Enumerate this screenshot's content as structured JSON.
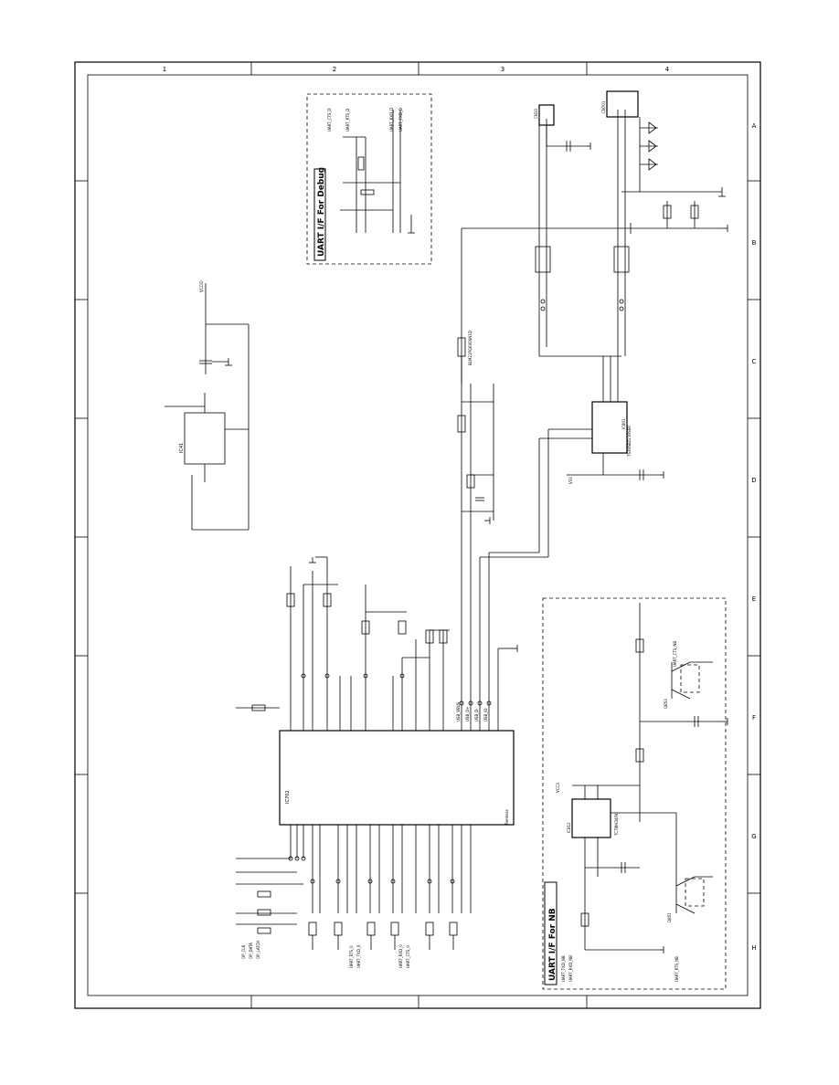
{
  "sheet": {
    "zones_top": [
      "1",
      "2",
      "3",
      "4"
    ],
    "zones_side": [
      "A",
      "B",
      "C",
      "D",
      "E",
      "F",
      "G",
      "H"
    ]
  },
  "blocks": {
    "debug_title": "UART I/F For Debug",
    "nb_title": "UART I/F For NB"
  },
  "signals": {
    "left": [
      "OP_CLK",
      "OP_DATA",
      "OP_LATCH",
      "UART_RTS_0",
      "UART_TXD_0",
      "UART_RXD_0",
      "UART_CTS_0"
    ],
    "right_top": [
      "VCCIO",
      "V33"
    ],
    "right_mid": [
      "USB_VBUS",
      "USB_D+",
      "USB_D-",
      "USB_ID"
    ],
    "nb": [
      "UART_TXD_NB",
      "UART_RXD_NB",
      "UART_RTS_NB",
      "UART_CTS_NB"
    ],
    "debug": [
      "UART_CTS_D",
      "UART_RTS_D",
      "UART_RXD_D",
      "UART_TXD_D"
    ]
  },
  "parts": {
    "main_ic": "IC702",
    "main_ic_footer": "Renesas",
    "ic_small": "IC41",
    "usb_conn": "CN701",
    "connector_top": "CN10",
    "nb_ic": "IC812",
    "nb_ic_pn": "TC7WH34FK",
    "usb_ic": "IC801",
    "usb_ic_pn": "TS3USB221RSER",
    "ferrite": "BLM21PG600SN1D",
    "npn_a": "Q851",
    "npn_b": "Q853",
    "vcc": "VCC3"
  }
}
